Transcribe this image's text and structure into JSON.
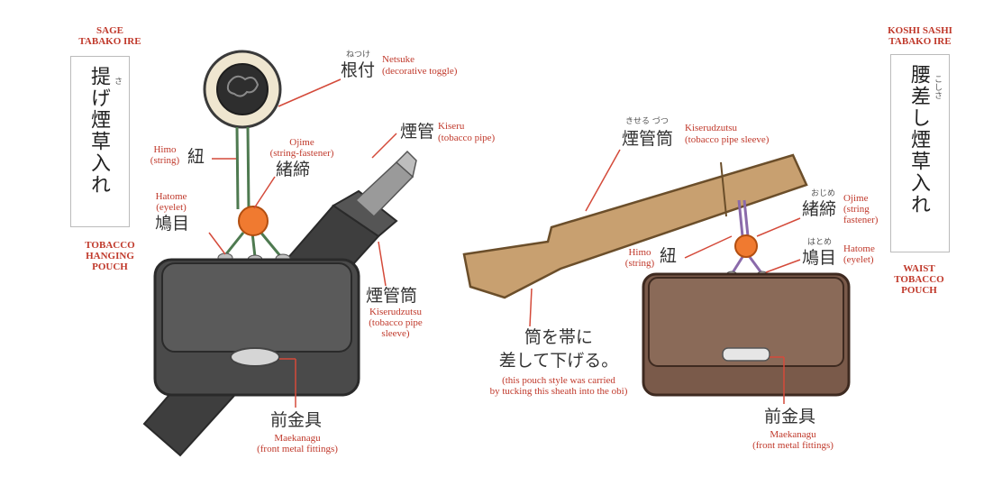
{
  "left": {
    "header_en": [
      "SAGE",
      "TABAKO IRE"
    ],
    "vertical_jp": "提げ煙草入れ",
    "vertical_ruby": "さ",
    "footer_en": [
      "TOBACCO",
      "HANGING",
      "POUCH"
    ],
    "netsuke": {
      "ruby": "ねつけ",
      "jp": "根付",
      "en": "Netsuke",
      "en_sub": "(decorative toggle)"
    },
    "ojime": {
      "jp": "緒締",
      "en": "Ojime",
      "en_sub": "(string-fastener)"
    },
    "himo": {
      "jp": "紐",
      "en": "Himo",
      "en_sub": "(string)"
    },
    "hatome": {
      "jp": "鳩目",
      "en": "Hatome",
      "en_sub": "(eyelet)"
    },
    "kiseru": {
      "jp": "煙管",
      "en": "Kiseru",
      "en_sub": "(tobacco pipe)"
    },
    "kiserudzutsu": {
      "jp": "煙管筒",
      "en": "Kiserudzutsu",
      "en_sub1": "(tobacco pipe",
      "en_sub2": "sleeve)"
    },
    "maekanagu": {
      "jp": "前金具",
      "en": "Maekanagu",
      "en_sub": "(front metal fittings)"
    }
  },
  "right": {
    "header_en": [
      "KOSHI SASHI",
      "TABAKO IRE"
    ],
    "vertical_jp": "腰差し煙草入れ",
    "vertical_ruby": "こしさ",
    "footer_en": [
      "WAIST",
      "TOBACCO",
      "POUCH"
    ],
    "kiserudzutsu": {
      "ruby": "きせる づつ",
      "jp": "煙管筒",
      "en": "Kiserudzutsu",
      "en_sub": "(tobacco pipe sleeve)"
    },
    "ojime": {
      "ruby": "おじめ",
      "jp": "緒締",
      "en": "Ojime",
      "en_sub1": "(string",
      "en_sub2": "fastener)"
    },
    "himo": {
      "jp": "紐",
      "en": "Himo",
      "en_sub": "(string)"
    },
    "hatome": {
      "ruby": "はとめ",
      "jp": "鳩目",
      "en": "Hatome",
      "en_sub": "(eyelet)"
    },
    "caption": {
      "jp1": "筒を帯に",
      "jp2": "差して下げる。",
      "en1": "(this pouch style was carried",
      "en2": "by tucking this sheath into the obi)"
    },
    "maekanagu": {
      "jp": "前金具",
      "en": "Maekanagu",
      "en_sub": "(front metal fittings)"
    }
  },
  "colors": {
    "label_red": "#c0392b",
    "pouch_dark": "#4a4a4a",
    "pouch_brown": "#7a5a4a",
    "wood": "#c8a070",
    "bead": "#f07a30",
    "string_green": "#4e7a50",
    "string_purple": "#8a6aaa"
  }
}
